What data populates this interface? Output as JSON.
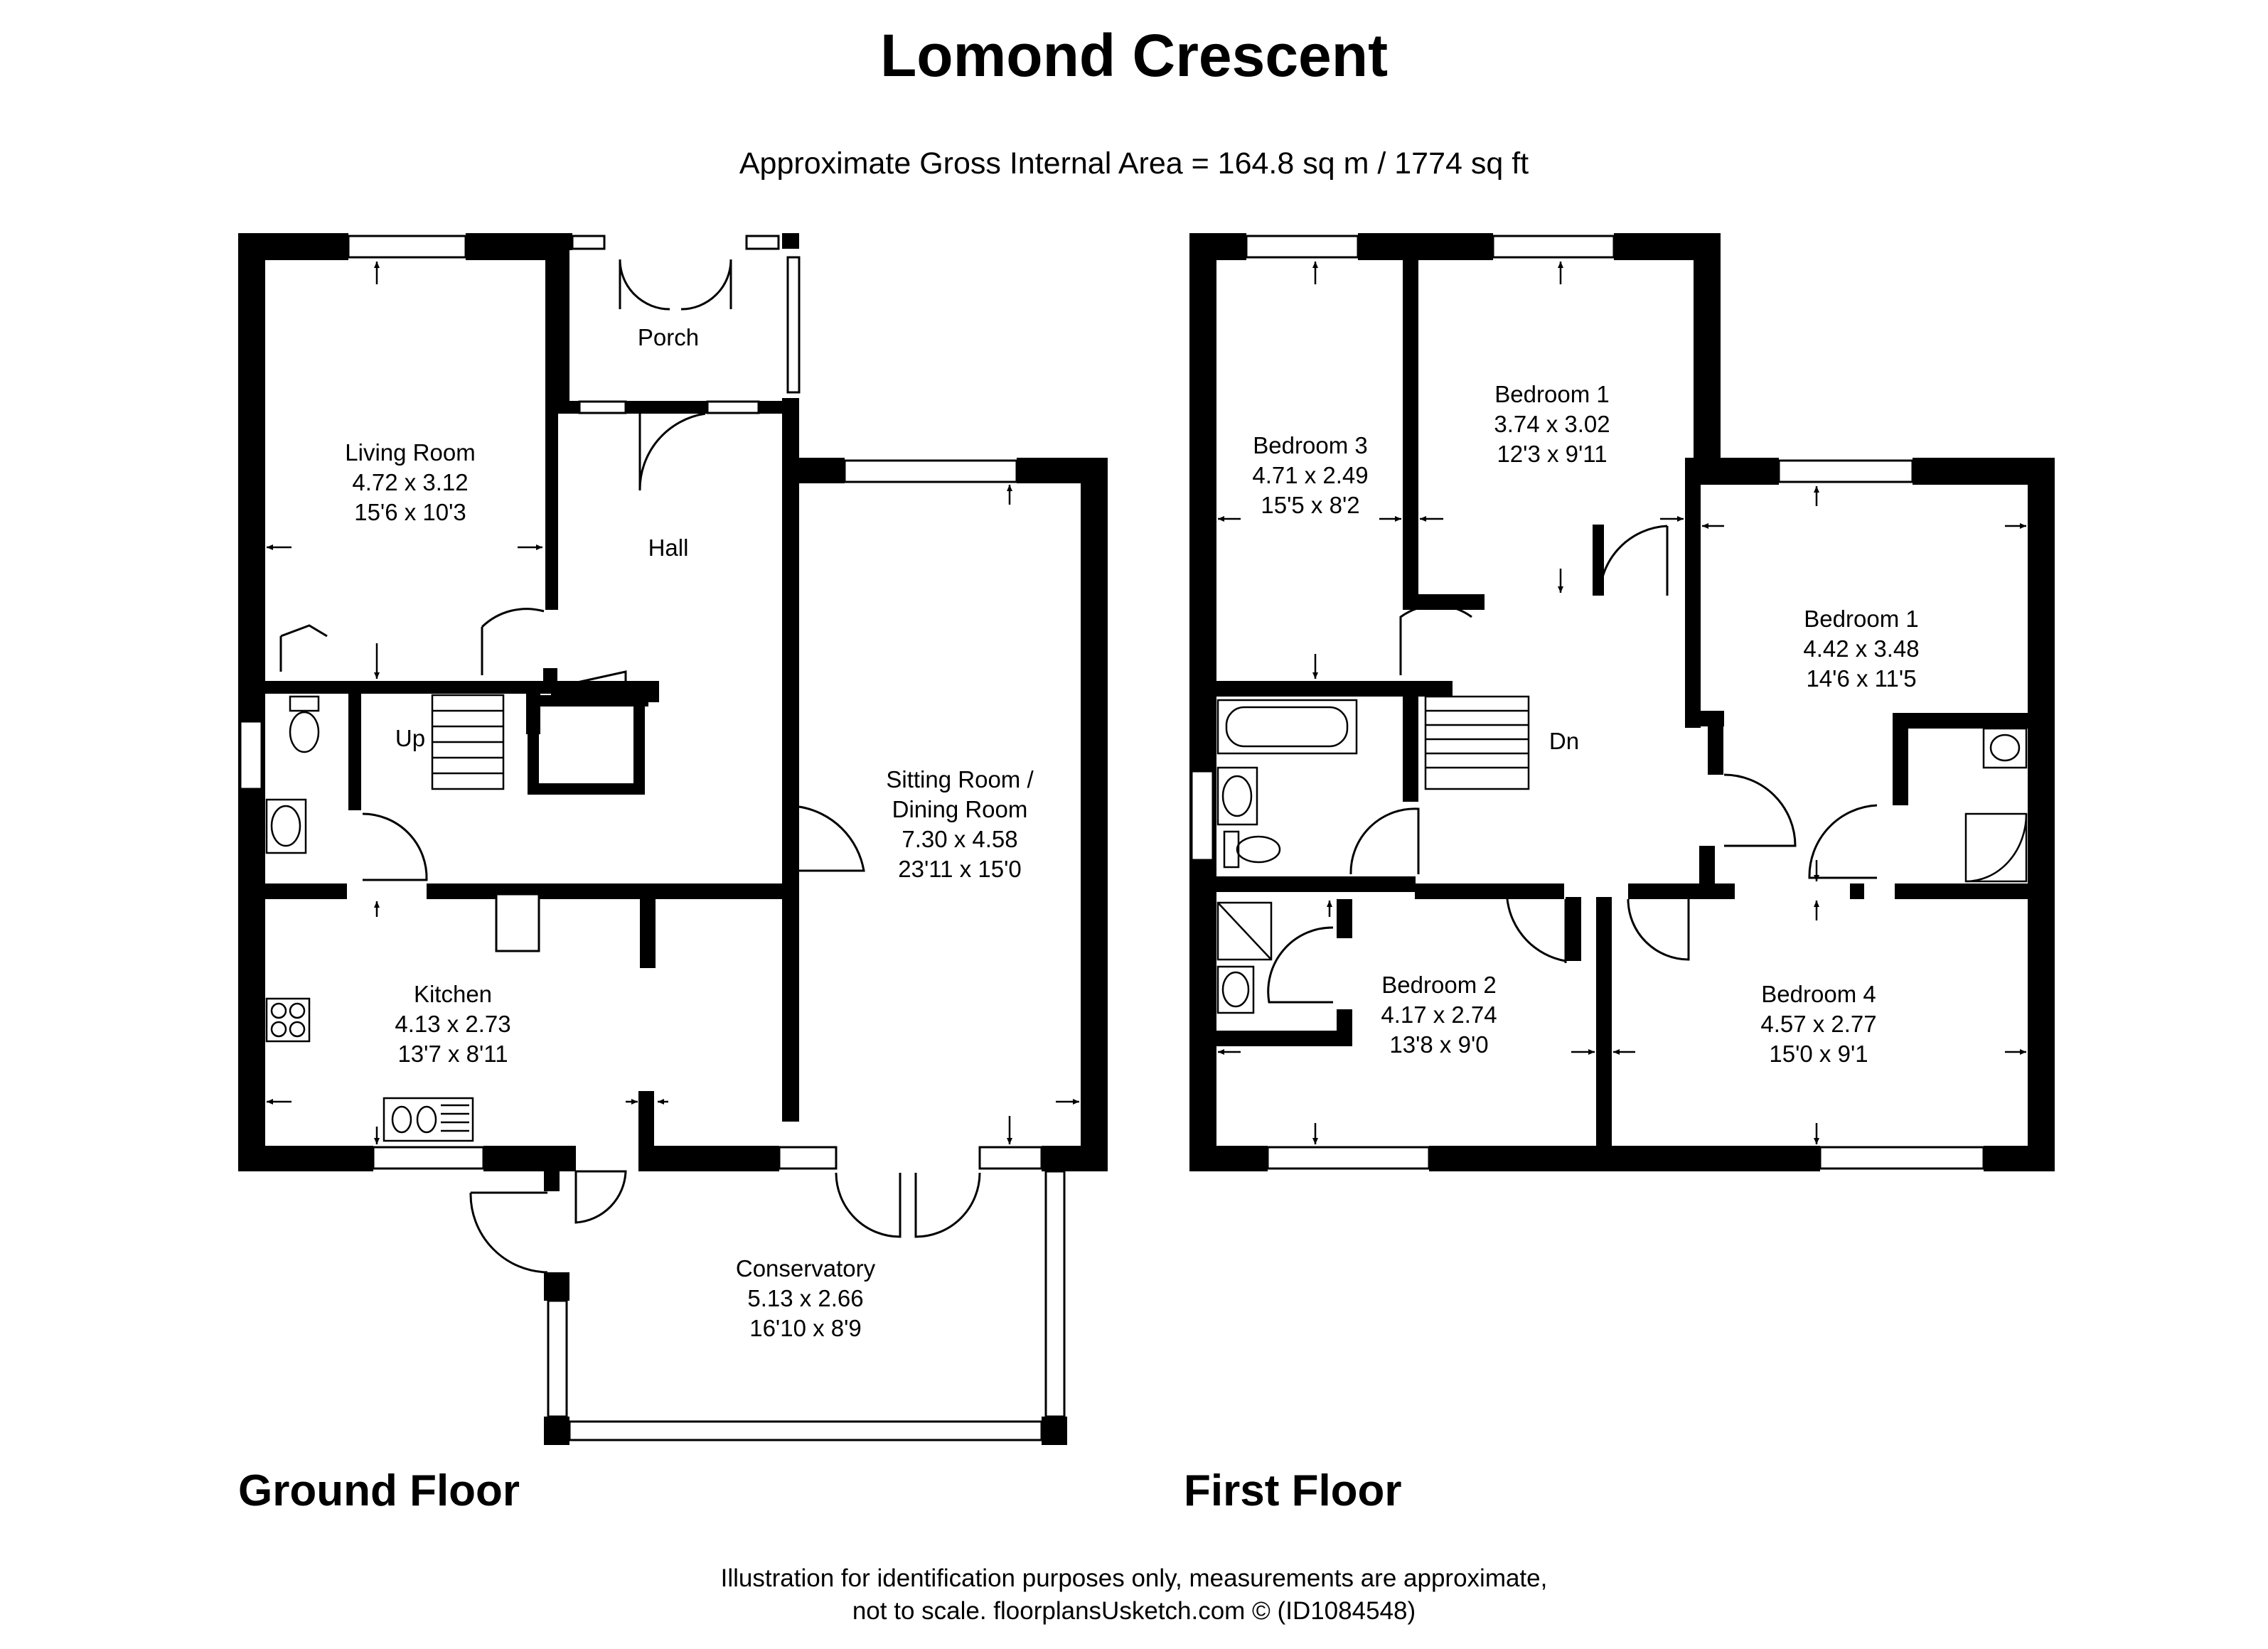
{
  "title": "Lomond Crescent",
  "subtitle": "Approximate Gross Internal Area = 164.8 sq m / 1774 sq ft",
  "ground_floor": {
    "label": "Ground Floor",
    "rooms": {
      "porch": {
        "name": "Porch"
      },
      "hall": {
        "name": "Hall"
      },
      "living": {
        "name": "Living Room",
        "metric": "4.72 x 3.12",
        "imperial": "15'6 x 10'3"
      },
      "sitting": {
        "name1": "Sitting Room /",
        "name2": "Dining Room",
        "metric": "7.30 x 4.58",
        "imperial": "23'11 x 15'0"
      },
      "kitchen": {
        "name": "Kitchen",
        "metric": "4.13 x 2.73",
        "imperial": "13'7 x 8'11"
      },
      "conservatory": {
        "name": "Conservatory",
        "metric": "5.13 x 2.66",
        "imperial": "16'10 x 8'9"
      }
    },
    "stairs_label": "Up"
  },
  "first_floor": {
    "label": "First Floor",
    "rooms": {
      "bed3": {
        "name": "Bedroom 3",
        "metric": "4.71 x 2.49",
        "imperial": "15'5 x 8'2"
      },
      "bed1a": {
        "name": "Bedroom 1",
        "metric": "3.74 x 3.02",
        "imperial": "12'3 x 9'11"
      },
      "bed1b": {
        "name": "Bedroom 1",
        "metric": "4.42 x 3.48",
        "imperial": "14'6 x 11'5"
      },
      "bed2": {
        "name": "Bedroom 2",
        "metric": "4.17 x 2.74",
        "imperial": "13'8 x 9'0"
      },
      "bed4": {
        "name": "Bedroom 4",
        "metric": "4.57 x 2.77",
        "imperial": "15'0 x 9'1"
      }
    },
    "stairs_label": "Dn"
  },
  "footer": {
    "line1": "Illustration for identification purposes only, measurements are approximate,",
    "line2": "not to scale. floorplansUsketch.com © (ID1084548)"
  }
}
